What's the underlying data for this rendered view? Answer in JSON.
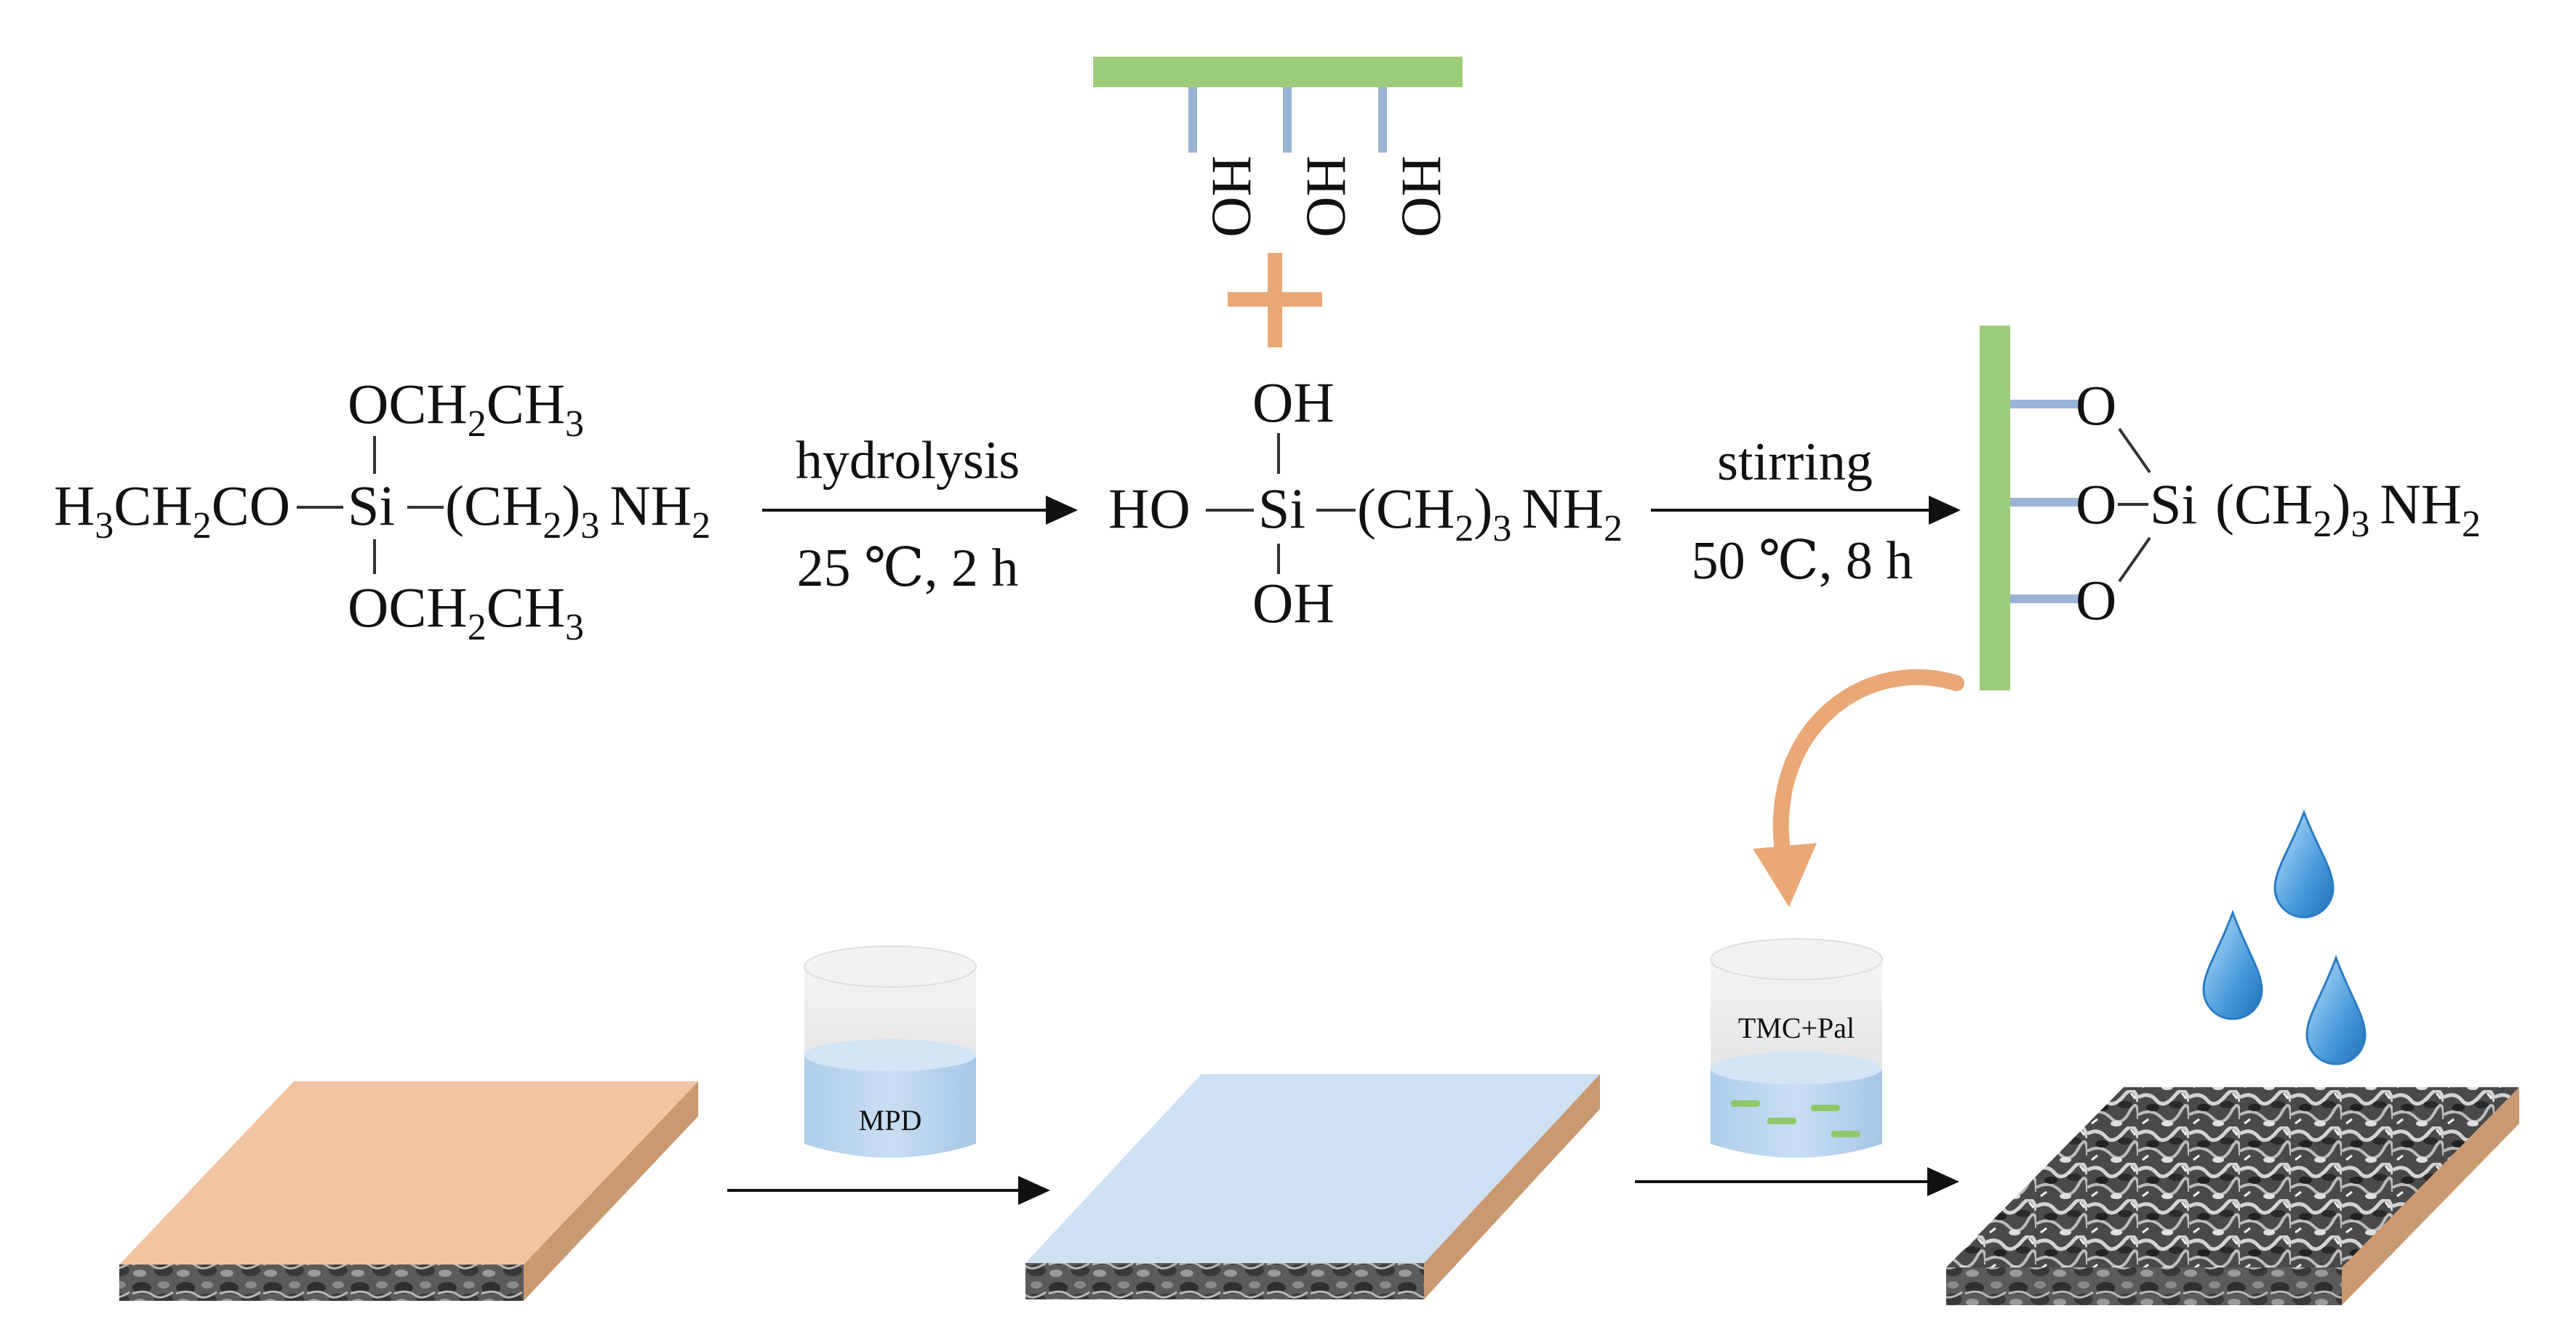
{
  "reaction": {
    "aptes": {
      "left": "H",
      "left_sub": "3",
      "left_mid": "CH",
      "left_mid_sub": "2",
      "left_end": "CO",
      "center": "Si",
      "top": "OCH",
      "top_sub": "2",
      "top_end": "CH",
      "top_end_sub": "3",
      "bottom": "OCH",
      "bottom_sub": "2",
      "bottom_end": "CH",
      "bottom_end_sub": "3",
      "chain": "(CH",
      "chain_sub1": "2",
      "chain_close": ")",
      "chain_sub2": "3",
      "chain_end": "NH",
      "chain_end_sub": "2"
    },
    "step1": {
      "label": "hydrolysis",
      "conditions": "25 ℃, 2 h"
    },
    "silanol": {
      "left": "HO",
      "center": "Si",
      "top": "OH",
      "bottom": "OH",
      "chain": "(CH",
      "chain_sub1": "2",
      "chain_close": ")",
      "chain_sub2": "3",
      "chain_end": "NH",
      "chain_end_sub": "2"
    },
    "filler_hydroxyls": [
      "HO",
      "HO",
      "HO"
    ],
    "plus_sign": "+",
    "step2": {
      "label": "stirring",
      "conditions": "50 ℃, 8 h"
    },
    "product": {
      "oxygens": [
        "O",
        "O",
        "O"
      ],
      "center": "Si",
      "chain": "(CH",
      "chain_sub1": "2",
      "chain_close": ")",
      "chain_sub2": "3",
      "chain_end": "NH",
      "chain_end_sub": "2"
    }
  },
  "process": {
    "beaker1_label": "MPD",
    "beaker2_label": "TMC+Pal"
  },
  "colors": {
    "green_bar": "#9dcc7c",
    "blue_link": "#9bb4d6",
    "orange": "#e9a876",
    "substrate_top": "#f3c4a2",
    "substrate_side": "#c99a72",
    "coated_top": "#cfe0f2",
    "water_drop": "#4a9bdb"
  }
}
